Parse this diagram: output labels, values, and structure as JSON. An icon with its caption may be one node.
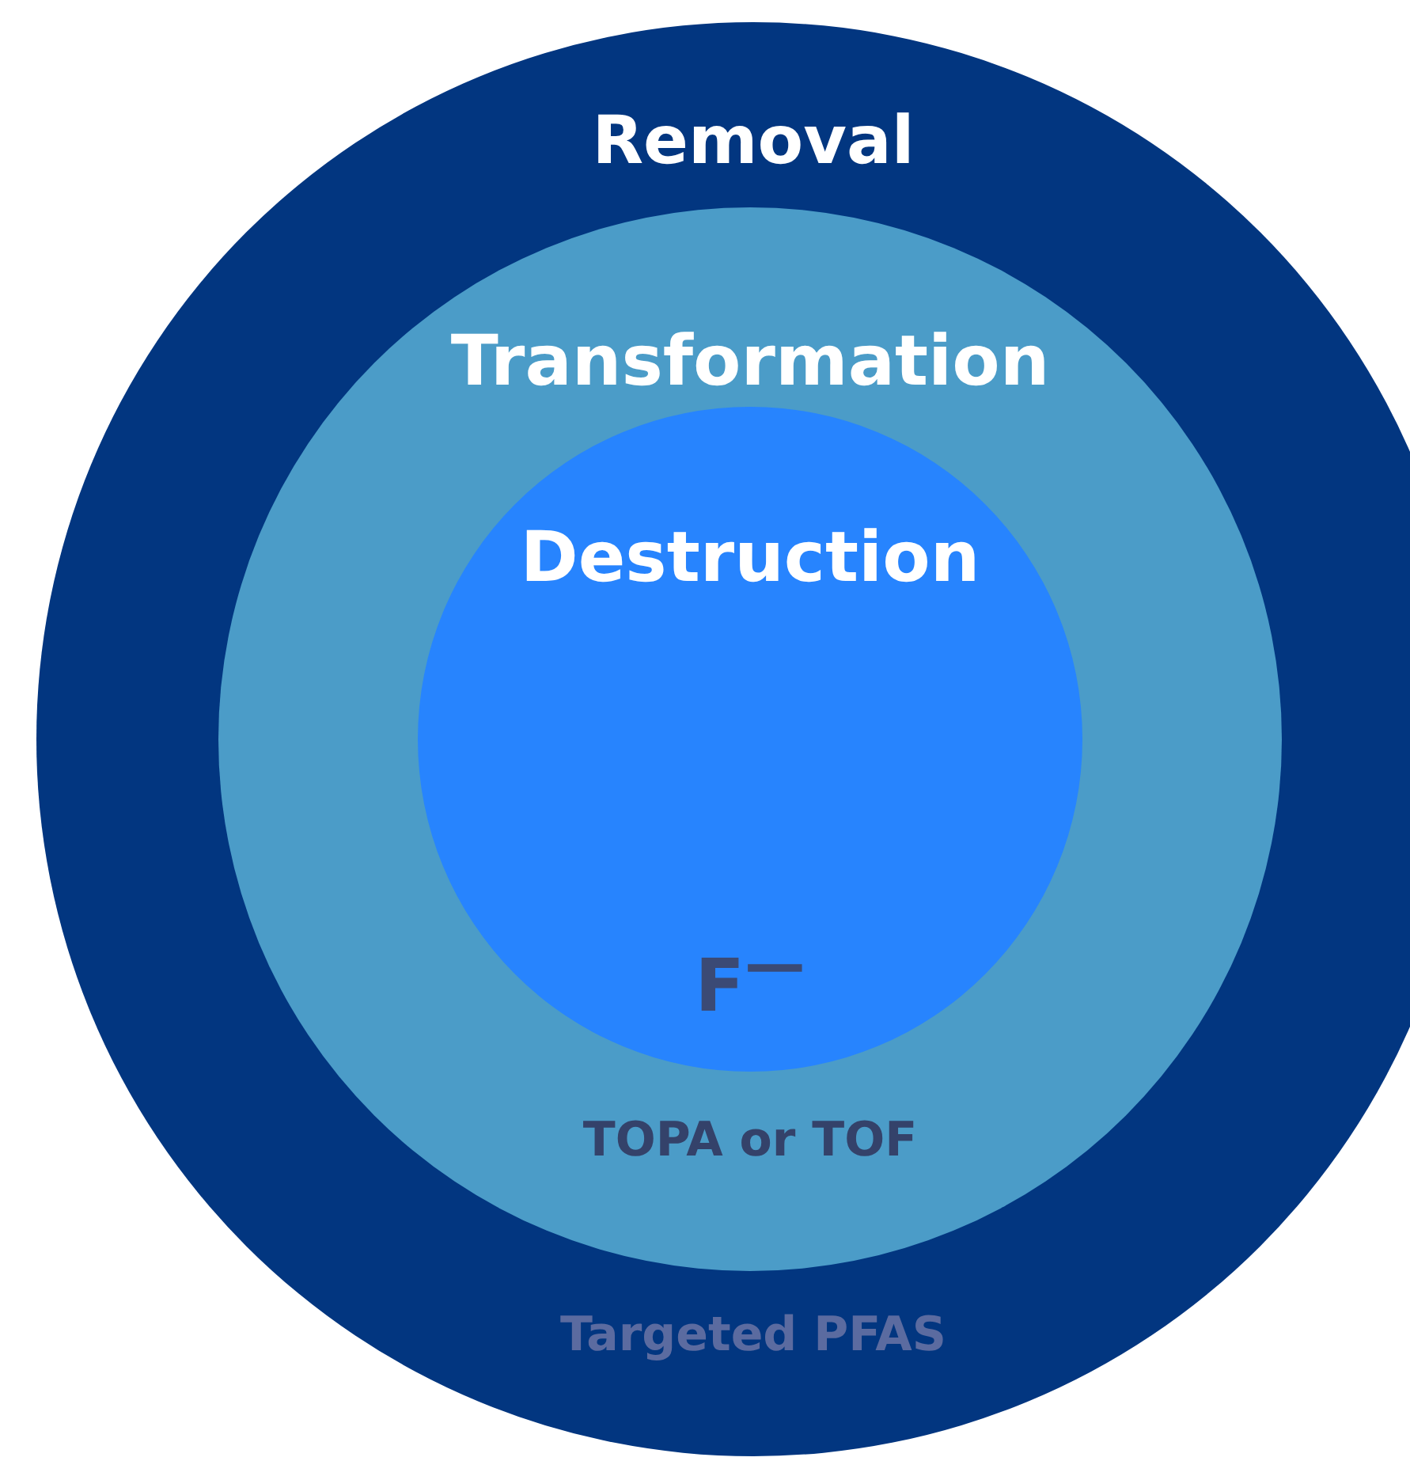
{
  "diagram": {
    "nodes": [
      {
        "text": [
          "Removal",
          "Targeted PFAS"
        ]
      },
      {
        "text": [
          "Transformation",
          "TOPA or TOF"
        ],
        "in": 0
      },
      {
        "text": [
          "Destruction",
          "F$^{—}$"
        ],
        "in": 1
      }
    ]
  }
}
